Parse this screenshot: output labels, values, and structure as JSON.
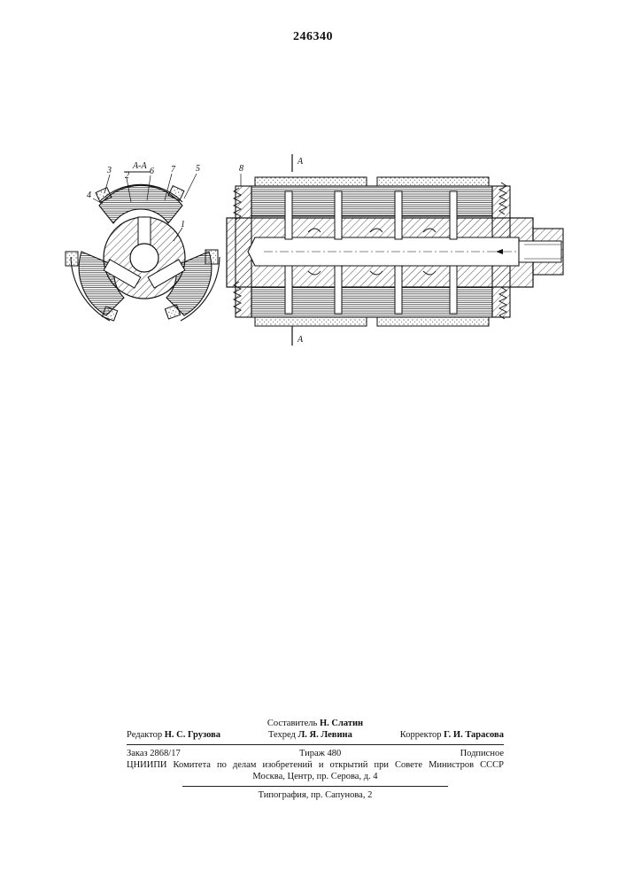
{
  "document": {
    "patent_number": "246340"
  },
  "figure": {
    "section_label": "A-A",
    "section_mark_top": "A",
    "section_mark_bottom": "A",
    "part_labels": {
      "p1": "1",
      "p2": "2",
      "p3": "3",
      "p4": "4",
      "p5": "5",
      "p6": "6",
      "p7": "7",
      "p8": "8"
    }
  },
  "colophon": {
    "compiler_role": "Составитель",
    "compiler_name": "Н. Слатин",
    "editor_role": "Редактор",
    "editor_name": "Н. С. Грузова",
    "techred_role": "Техред",
    "techred_name": "Л. Я. Левина",
    "corrector_role": "Корректор",
    "corrector_name": "Г. И. Тарасова",
    "order": "Заказ 2868/17",
    "circulation": "Тираж 480",
    "subscription": "Подписное",
    "institute": "ЦНИИПИ Комитета по делам изобретений и открытий при Совете Министров СССР",
    "address": "Москва, Центр, пр. Серова, д. 4",
    "printer": "Типография, пр. Сапунова, 2"
  }
}
